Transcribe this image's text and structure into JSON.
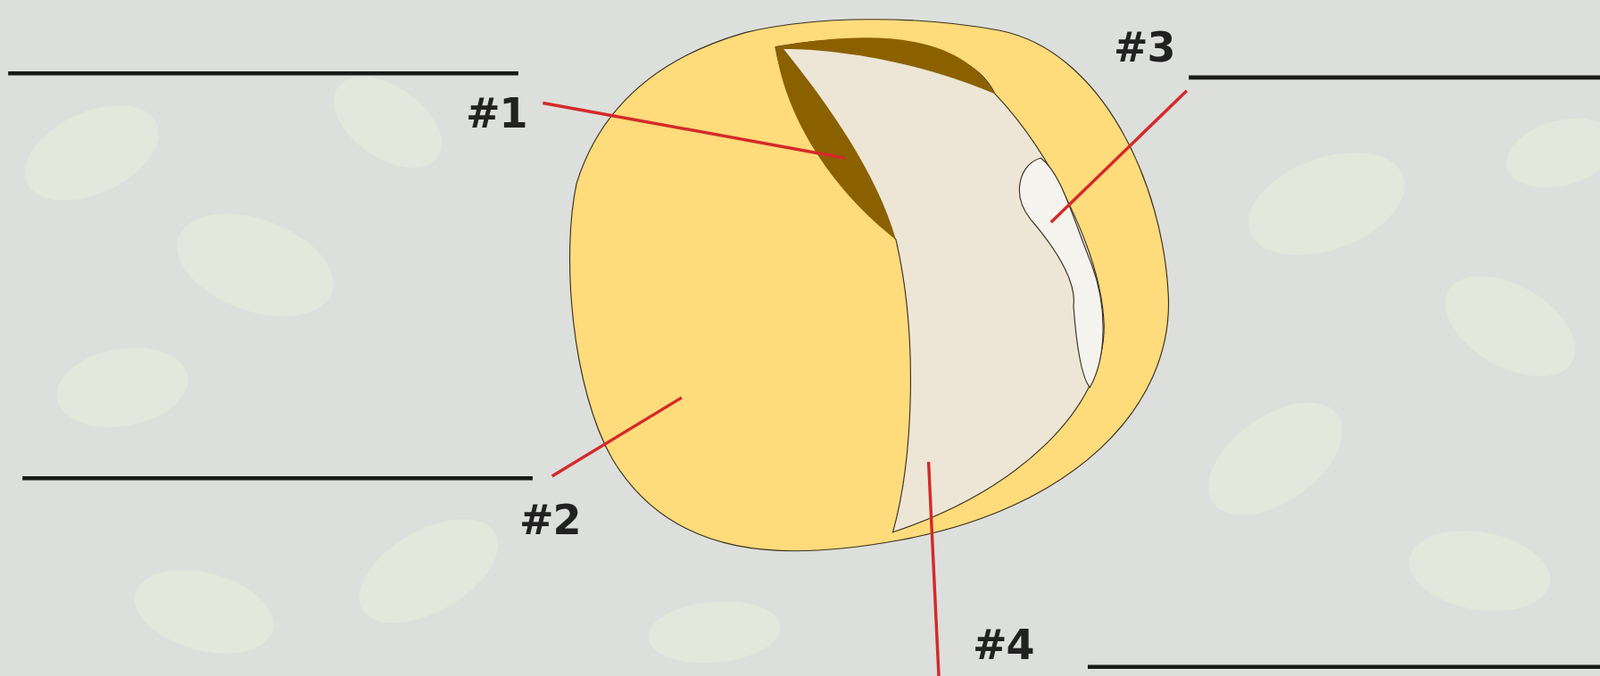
{
  "diagram": {
    "labels": [
      "#1",
      "#2",
      "#3",
      "#4"
    ]
  }
}
